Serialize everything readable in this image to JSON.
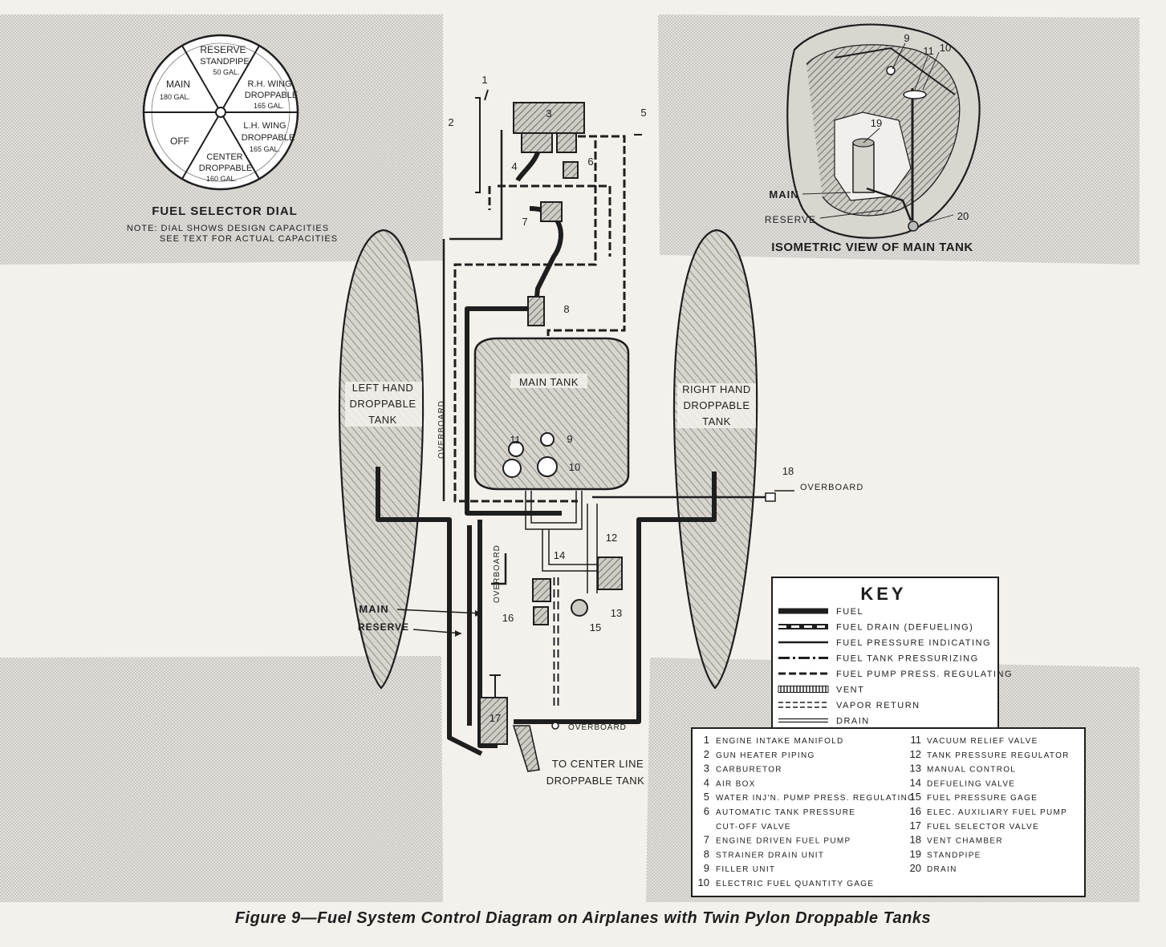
{
  "figure": {
    "caption": "Figure 9—Fuel System Control Diagram on Airplanes with Twin Pylon Droppable Tanks"
  },
  "dial": {
    "title": "FUEL SELECTOR DIAL",
    "note_line1": "NOTE: DIAL SHOWS DESIGN CAPACITIES",
    "note_line2": "SEE TEXT FOR ACTUAL CAPACITIES",
    "segments": [
      {
        "name": "RESERVE",
        "sub1": "STANDPIPE",
        "capacity": "50 GAL."
      },
      {
        "name": "R.H. WING",
        "sub1": "DROPPABLE",
        "capacity": "165 GAL."
      },
      {
        "name": "L.H. WING",
        "sub1": "DROPPABLE",
        "capacity": "165 GAL."
      },
      {
        "name": "CENTER",
        "sub1": "DROPPABLE",
        "capacity": "160 GAL."
      },
      {
        "name": "OFF",
        "sub1": "",
        "capacity": ""
      },
      {
        "name": "MAIN",
        "sub1": "",
        "capacity": "180 GAL."
      }
    ]
  },
  "isometric": {
    "title": "ISOMETRIC VIEW OF MAIN TANK",
    "label_main": "MAIN",
    "label_reserve": "RESERVE",
    "callouts": [
      "9",
      "11",
      "10",
      "19",
      "20"
    ]
  },
  "diagram": {
    "main_tank": "MAIN TANK",
    "left_tank": [
      "LEFT HAND",
      "DROPPABLE",
      "TANK"
    ],
    "right_tank": [
      "RIGHT HAND",
      "DROPPABLE",
      "TANK"
    ],
    "overboard": "OVERBOARD",
    "main_label": "MAIN",
    "reserve_label": "RESERVE",
    "center_tank_line1": "TO CENTER LINE",
    "center_tank_line2": "DROPPABLE TANK",
    "numbers": [
      "1",
      "2",
      "3",
      "4",
      "5",
      "6",
      "7",
      "8",
      "9",
      "10",
      "11",
      "12",
      "13",
      "14",
      "15",
      "16",
      "17",
      "18"
    ]
  },
  "key": {
    "title": "KEY",
    "line_types": [
      {
        "label": "FUEL",
        "style": "fuel"
      },
      {
        "label": "FUEL DRAIN (DEFUELING)",
        "style": "drain-defuel"
      },
      {
        "label": "FUEL PRESSURE INDICATING",
        "style": "pressure-ind"
      },
      {
        "label": "FUEL TANK PRESSURIZING",
        "style": "tank-press"
      },
      {
        "label": "FUEL PUMP PRESS. REGULATING",
        "style": "pump-reg"
      },
      {
        "label": "VENT",
        "style": "vent"
      },
      {
        "label": "VAPOR RETURN",
        "style": "vapor"
      },
      {
        "label": "DRAIN",
        "style": "drain"
      }
    ],
    "items_left": [
      {
        "num": "1",
        "label": "ENGINE INTAKE MANIFOLD"
      },
      {
        "num": "2",
        "label": "GUN HEATER PIPING"
      },
      {
        "num": "3",
        "label": "CARBURETOR"
      },
      {
        "num": "4",
        "label": "AIR BOX"
      },
      {
        "num": "5",
        "label": "WATER INJ'N. PUMP PRESS. REGULATING"
      },
      {
        "num": "6",
        "label": "AUTOMATIC TANK PRESSURE"
      },
      {
        "num": "",
        "label": "CUT-OFF VALVE"
      },
      {
        "num": "7",
        "label": "ENGINE DRIVEN FUEL PUMP"
      },
      {
        "num": "8",
        "label": "STRAINER DRAIN UNIT"
      },
      {
        "num": "9",
        "label": "FILLER UNIT"
      },
      {
        "num": "10",
        "label": "ELECTRIC FUEL QUANTITY GAGE"
      }
    ],
    "items_right": [
      {
        "num": "11",
        "label": "VACUUM RELIEF VALVE"
      },
      {
        "num": "12",
        "label": "TANK PRESSURE REGULATOR"
      },
      {
        "num": "13",
        "label": "MANUAL CONTROL"
      },
      {
        "num": "14",
        "label": "DEFUELING VALVE"
      },
      {
        "num": "15",
        "label": "FUEL PRESSURE GAGE"
      },
      {
        "num": "16",
        "label": "ELEC. AUXILIARY FUEL PUMP"
      },
      {
        "num": "17",
        "label": "FUEL SELECTOR VALVE"
      },
      {
        "num": "18",
        "label": "VENT CHAMBER"
      },
      {
        "num": "19",
        "label": "STANDPIPE"
      },
      {
        "num": "20",
        "label": "DRAIN"
      }
    ]
  }
}
